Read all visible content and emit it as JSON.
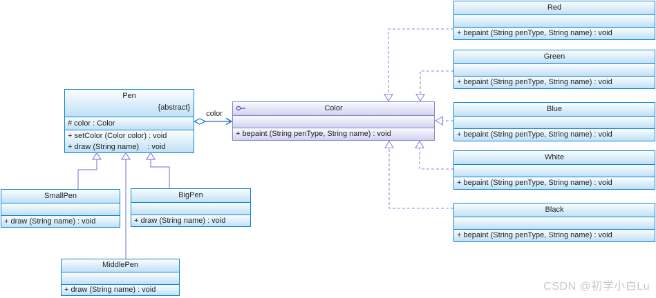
{
  "classes": [
    {
      "name": "Pen",
      "stereotype": "{abstract}",
      "attributes": [
        "# color : Color"
      ],
      "methods": [
        "+ setColor (Color color) : void",
        "+ draw (String name)    : void"
      ]
    },
    {
      "name": "Color",
      "kind": "interface",
      "attributes": [],
      "methods": [
        "+ bepaint (String penType, String name) : void"
      ]
    },
    {
      "name": "Red",
      "methods": [
        "+ bepaint (String penType, String name) : void"
      ]
    },
    {
      "name": "Green",
      "methods": [
        "+ bepaint (String penType, String name) : void"
      ]
    },
    {
      "name": "Blue",
      "methods": [
        "+ bepaint (String penType, String name) : void"
      ]
    },
    {
      "name": "White",
      "methods": [
        "+ bepaint (String penType, String name) : void"
      ]
    },
    {
      "name": "Black",
      "methods": [
        "+ bepaint (String penType, String name) : void"
      ]
    },
    {
      "name": "SmallPen",
      "methods": [
        "+ draw (String name) : void"
      ]
    },
    {
      "name": "BigPen",
      "methods": [
        "+ draw (String name) : void"
      ]
    },
    {
      "name": "MiddlePen",
      "methods": [
        "+ draw (String name) : void"
      ]
    }
  ],
  "relations": {
    "association": {
      "label": "color",
      "type": "aggregation",
      "from": "Pen",
      "to": "Color"
    },
    "generalizations": [
      {
        "from": "SmallPen",
        "to": "Pen"
      },
      {
        "from": "MiddlePen",
        "to": "Pen"
      },
      {
        "from": "BigPen",
        "to": "Pen"
      }
    ],
    "realizations": [
      {
        "from": "Red",
        "to": "Color"
      },
      {
        "from": "Green",
        "to": "Color"
      },
      {
        "from": "Blue",
        "to": "Color"
      },
      {
        "from": "White",
        "to": "Color"
      },
      {
        "from": "Black",
        "to": "Color"
      }
    ]
  },
  "watermark": "CSDN @初学小白Lu",
  "colors": {
    "class_border": "#0d82d4",
    "class_fill_top": "#fbfdff",
    "class_fill_bottom": "#bfe1f6",
    "interface_border": "#8585c7",
    "interface_fill_top": "#fafaff",
    "interface_fill_bottom": "#d2d2f0",
    "inheritance_line": "#8a87e0",
    "association_line": "#1668d4",
    "text": "#1f1f1f",
    "watermark_text": "#c9c9c9"
  }
}
